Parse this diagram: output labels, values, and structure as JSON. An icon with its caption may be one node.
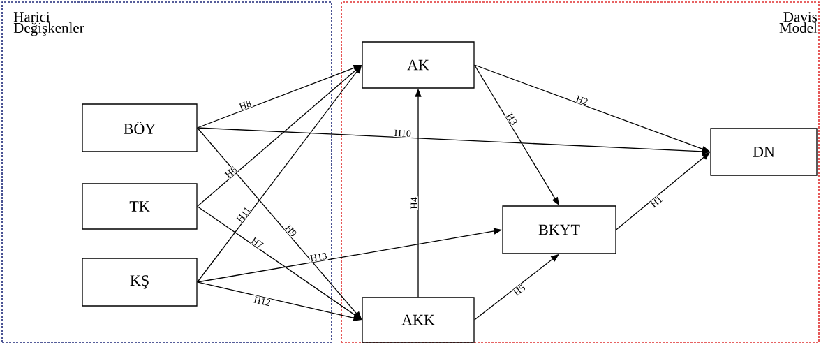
{
  "diagram": {
    "nodes": [
      {
        "text": [
          "Harici Değişkenler"
        ]
      },
      {
        "text": [
          "Davis Model"
        ]
      },
      {
        "text": [
          "BÖY"
        ],
        "in": 0
      },
      {
        "text": [
          "TK"
        ],
        "in": 0
      },
      {
        "text": [
          "KŞ"
        ],
        "in": 0
      },
      {
        "text": [
          "AK"
        ],
        "in": 1
      },
      {
        "text": [
          "AKK"
        ],
        "in": 1
      },
      {
        "text": [
          "BKYT"
        ],
        "in": 1
      },
      {
        "text": [
          "DN"
        ],
        "in": 1
      }
    ],
    "edges": [
      {
        "from": 7,
        "to": 8,
        "arrow": "to",
        "label": "H1"
      },
      {
        "from": 5,
        "to": 8,
        "arrow": "to",
        "label": "H2"
      },
      {
        "from": 5,
        "to": 7,
        "arrow": "to",
        "label": "H3"
      },
      {
        "from": 6,
        "to": 5,
        "arrow": "to",
        "label": "H4"
      },
      {
        "from": 6,
        "to": 7,
        "arrow": "to",
        "label": "H5"
      },
      {
        "from": 3,
        "to": 5,
        "arrow": "to",
        "label": "H6"
      },
      {
        "from": 3,
        "to": 6,
        "arrow": "to",
        "label": "H7"
      },
      {
        "from": 2,
        "to": 5,
        "arrow": "to",
        "label": "H8"
      },
      {
        "from": 2,
        "to": 6,
        "arrow": "to",
        "label": "H9"
      },
      {
        "from": 2,
        "to": 8,
        "arrow": "to",
        "label": "H10"
      },
      {
        "from": 4,
        "to": 5,
        "arrow": "to",
        "label": "H11"
      },
      {
        "from": 4,
        "to": 6,
        "arrow": "to",
        "label": "H12"
      },
      {
        "from": 4,
        "to": 7,
        "arrow": "to",
        "label": "H13"
      }
    ]
  }
}
